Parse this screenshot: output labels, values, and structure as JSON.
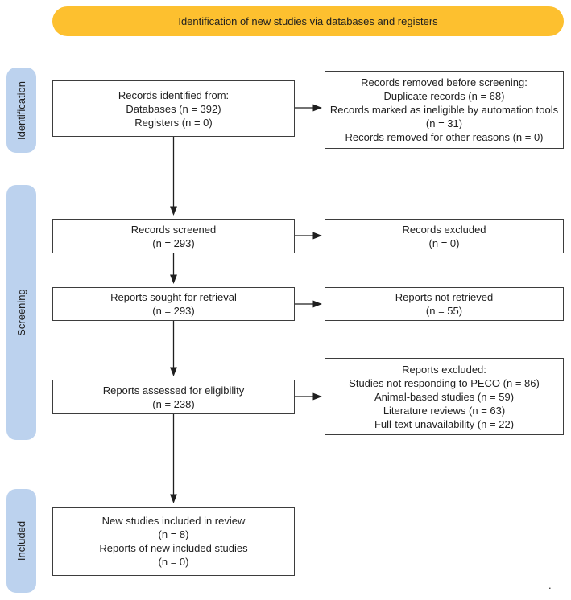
{
  "colors": {
    "banner_bg": "#FDC02F",
    "sidebar_bg": "#BCD2EE",
    "border": "#3D3D3D",
    "text": "#1F1F1F"
  },
  "banner": {
    "label": "Identification of new studies via databases and registers"
  },
  "sidebar": {
    "labels": {
      "identification": "Identification",
      "screening": "Screening",
      "included": "Included"
    }
  },
  "boxes": {
    "records_identified": {
      "lines": [
        "Records identified from:",
        "Databases (n = 392)",
        "Registers (n = 0)"
      ]
    },
    "records_removed": {
      "lines": [
        "Records removed before screening:",
        "Duplicate records (n = 68)",
        "Records marked as ineligible by automation tools (n = 31)",
        "Records removed for other reasons (n = 0)"
      ]
    },
    "records_screened": {
      "lines": [
        "Records screened",
        "(n = 293)"
      ]
    },
    "records_excluded": {
      "lines": [
        "Records excluded",
        "(n = 0)"
      ]
    },
    "reports_sought": {
      "lines": [
        "Reports sought for retrieval",
        "(n = 293)"
      ]
    },
    "reports_not_retrieved": {
      "lines": [
        "Reports not retrieved",
        "(n = 55)"
      ]
    },
    "reports_assessed": {
      "lines": [
        "Reports assessed for eligibility",
        "(n = 238)"
      ]
    },
    "reports_excluded": {
      "lines": [
        "Reports excluded:",
        "Studies not responding to PECO (n = 86)",
        "Animal-based studies (n = 59)",
        "Literature reviews (n = 63)",
        "Full-text unavailability (n = 22)"
      ]
    },
    "new_studies_included": {
      "lines": [
        "New studies included in review",
        "(n = 8)",
        "Reports of new included studies",
        "(n = 0)"
      ]
    }
  },
  "footer": {
    "period_mark": "."
  }
}
